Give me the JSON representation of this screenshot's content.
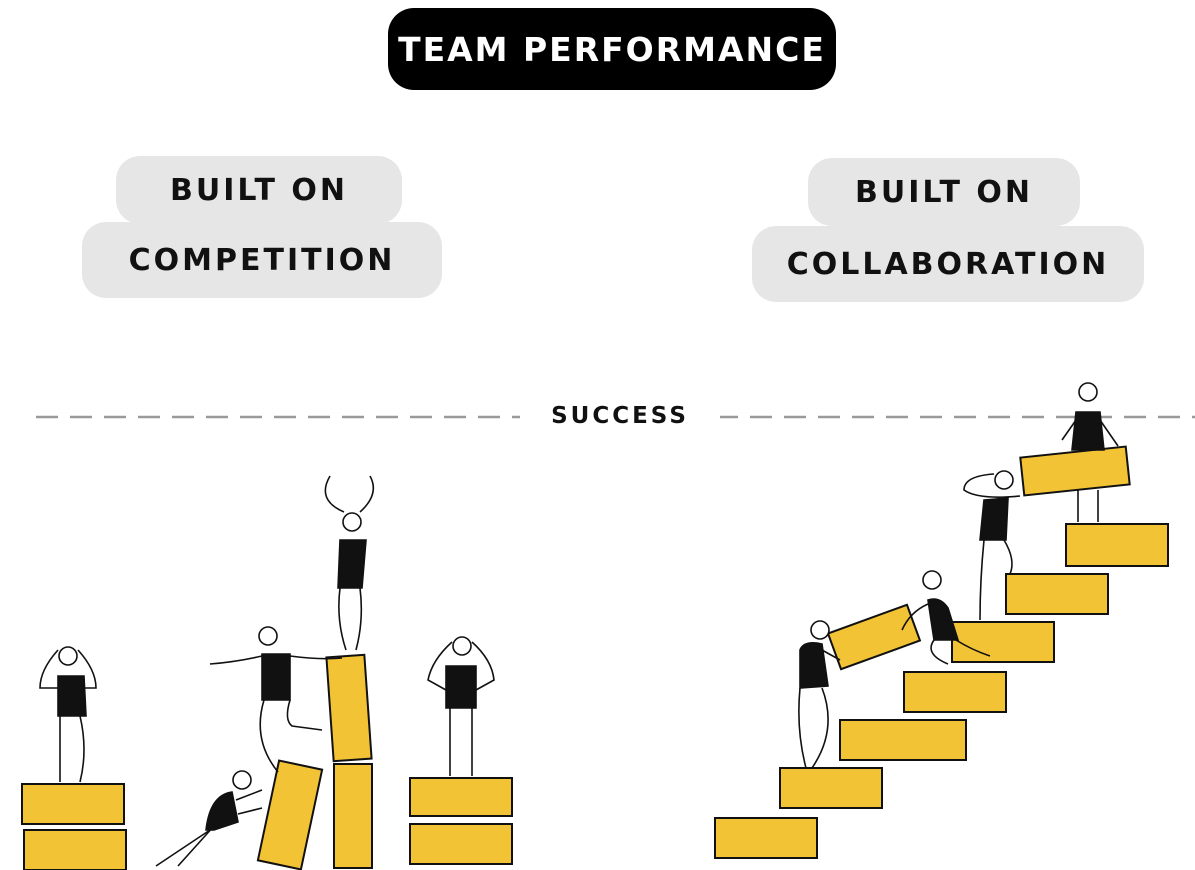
{
  "title": "TEAM PERFORMANCE",
  "left_label": {
    "line1": "BUILT ON",
    "line2": "COMPETITION"
  },
  "right_label": {
    "line1": "BUILT ON",
    "line2": "COLLABORATION"
  },
  "threshold_label": "SUCCESS",
  "colors": {
    "block": "#f2c335",
    "block_outline": "#111111",
    "pill_bg": "#e6e6e6",
    "title_bg": "#000000",
    "dash_line": "#9a9a9a"
  },
  "icons": [
    "stick-figure-icon"
  ]
}
